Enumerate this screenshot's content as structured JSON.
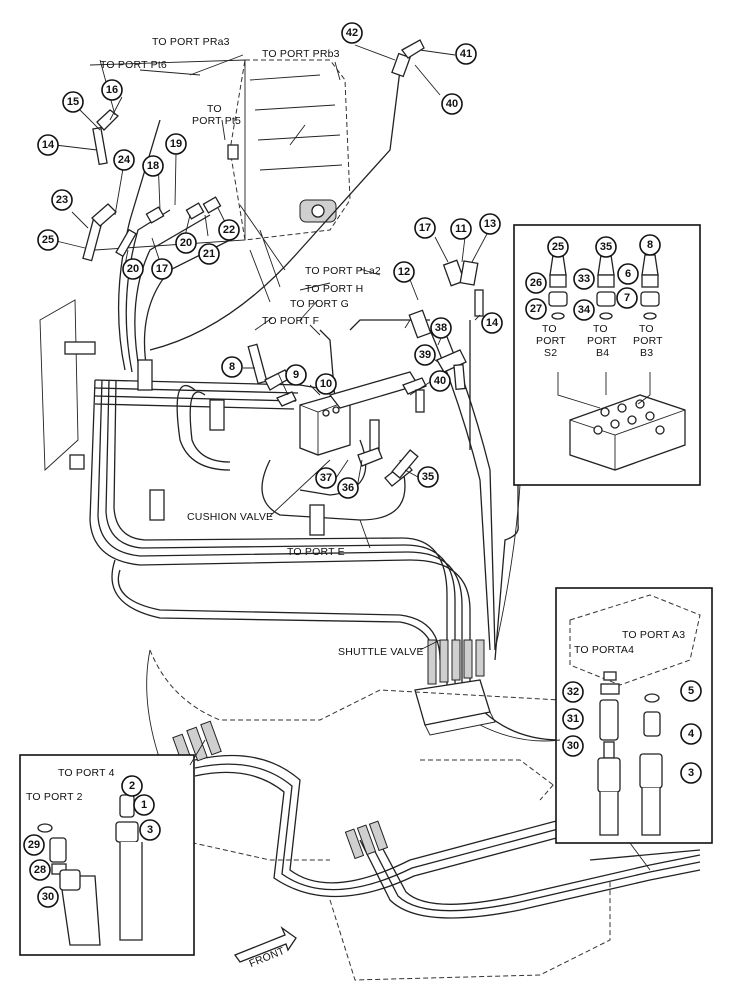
{
  "port_labels": {
    "pra3": "TO PORT PRa3",
    "prb3": "TO PORT PRb3",
    "pt6": "TO PORT Pt6",
    "pt5_a": "TO",
    "pt5_b": "PORT Pt5",
    "pla2": "TO PORT PLa2",
    "h": "TO PORT H",
    "g": "TO PORT G",
    "f": "TO PORT F",
    "e": "TO PORT E",
    "s2_a": "TO",
    "s2_b": "PORT",
    "s2_c": "S2",
    "b4_a": "TO",
    "b4_b": "PORT",
    "b4_c": "B4",
    "b3_a": "TO",
    "b3_b": "PORT",
    "b3_c": "B3",
    "a4": "TO PORTA4",
    "a3": "TO PORT A3",
    "port4": "TO PORT 4",
    "port2": "TO PORT 2"
  },
  "component_labels": {
    "cushion_valve": "CUSHION VALVE",
    "shuttle_valve": "SHUTTLE VALVE",
    "front": "FRONT"
  },
  "callouts": {
    "n1": "1",
    "n2": "2",
    "n3": "3",
    "n3b": "3",
    "n4": "4",
    "n5": "5",
    "n6": "6",
    "n7": "7",
    "n8": "8",
    "n8b": "8",
    "n9": "9",
    "n10": "10",
    "n11": "11",
    "n12": "12",
    "n13": "13",
    "n14": "14",
    "n14b": "14",
    "n15": "15",
    "n16": "16",
    "n17": "17",
    "n17b": "17",
    "n18": "18",
    "n19": "19",
    "n20": "20",
    "n20b": "20",
    "n21": "21",
    "n22": "22",
    "n23": "23",
    "n24": "24",
    "n25": "25",
    "n25b": "25",
    "n26": "26",
    "n27": "27",
    "n28": "28",
    "n29": "29",
    "n30": "30",
    "n30b": "30",
    "n31": "31",
    "n32": "32",
    "n33": "33",
    "n34": "34",
    "n35": "35",
    "n35b": "35",
    "n36": "36",
    "n37": "37",
    "n38": "38",
    "n39": "39",
    "n40": "40",
    "n40b": "40",
    "n41": "41",
    "n42": "42"
  }
}
